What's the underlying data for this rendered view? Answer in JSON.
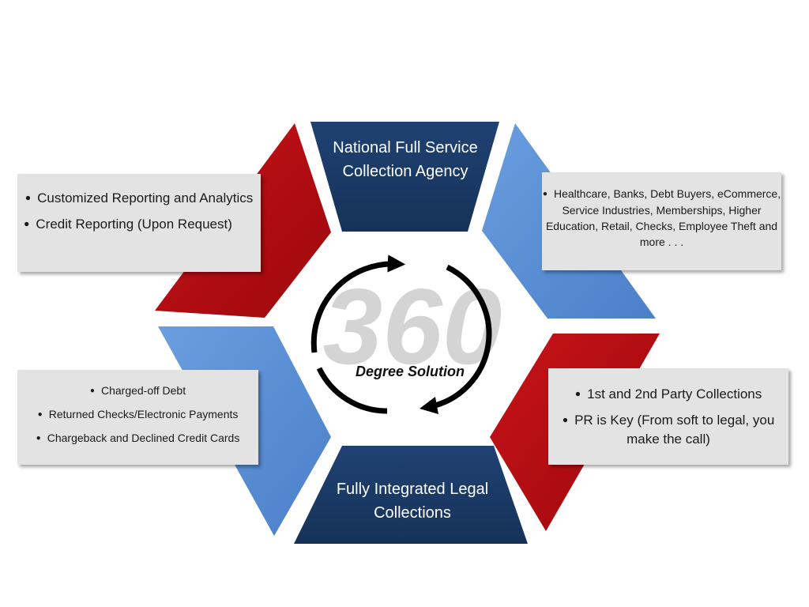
{
  "colors": {
    "red": "#b20a0e",
    "blue": "#5b8fd6",
    "navy": "#1b3a66",
    "box": "#e3e3e3"
  },
  "center": {
    "big_number": "360",
    "caption": "Degree Solution"
  },
  "segments": {
    "top": "National Full Service Collection Agency",
    "bottom": "Fully Integrated Legal Collections"
  },
  "top_left_box": {
    "items": [
      "Customized Reporting and Analytics",
      "Credit Reporting (Upon Request)"
    ]
  },
  "top_right_box": {
    "items": [
      "Healthcare, Banks, Debt Buyers, eCommerce, Service Industries, Memberships, Higher Education, Retail, Checks, Employee Theft and more . . ."
    ]
  },
  "bottom_left_box": {
    "items": [
      "Charged-off Debt",
      "Returned Checks/Electronic Payments",
      "Chargeback and Declined Credit Cards"
    ]
  },
  "bottom_right_box": {
    "items": [
      "1st and 2nd Party Collections",
      "PR is Key (From soft to legal, you make the call)"
    ]
  }
}
